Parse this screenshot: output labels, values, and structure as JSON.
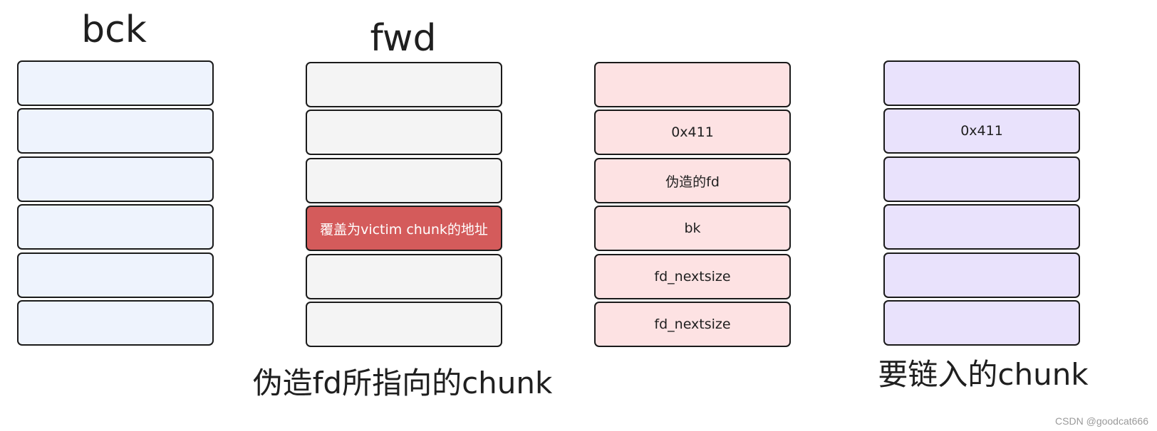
{
  "bck": {
    "title": "bck",
    "fill": "#eef3fd",
    "cells": [
      "",
      "",
      "",
      "",
      "",
      ""
    ]
  },
  "fwd": {
    "title": "fwd",
    "caption": "伪造fd所指向的chunk",
    "fill": "#f4f4f4",
    "highlight_fill": "#d45b5b",
    "highlight_text_color": "#ffffff",
    "cells": [
      "",
      "",
      "",
      "覆盖为victim chunk的地址",
      "",
      ""
    ]
  },
  "fake": {
    "fill": "#fde2e3",
    "cells": [
      "",
      "0x411",
      "伪造的fd",
      "bk",
      "fd_nextsize",
      "fd_nextsize"
    ]
  },
  "target": {
    "caption": "要链入的chunk",
    "fill": "#e9e2fc",
    "cells": [
      "",
      "0x411",
      "",
      "",
      "",
      ""
    ]
  },
  "watermark": "CSDN @goodcat666"
}
